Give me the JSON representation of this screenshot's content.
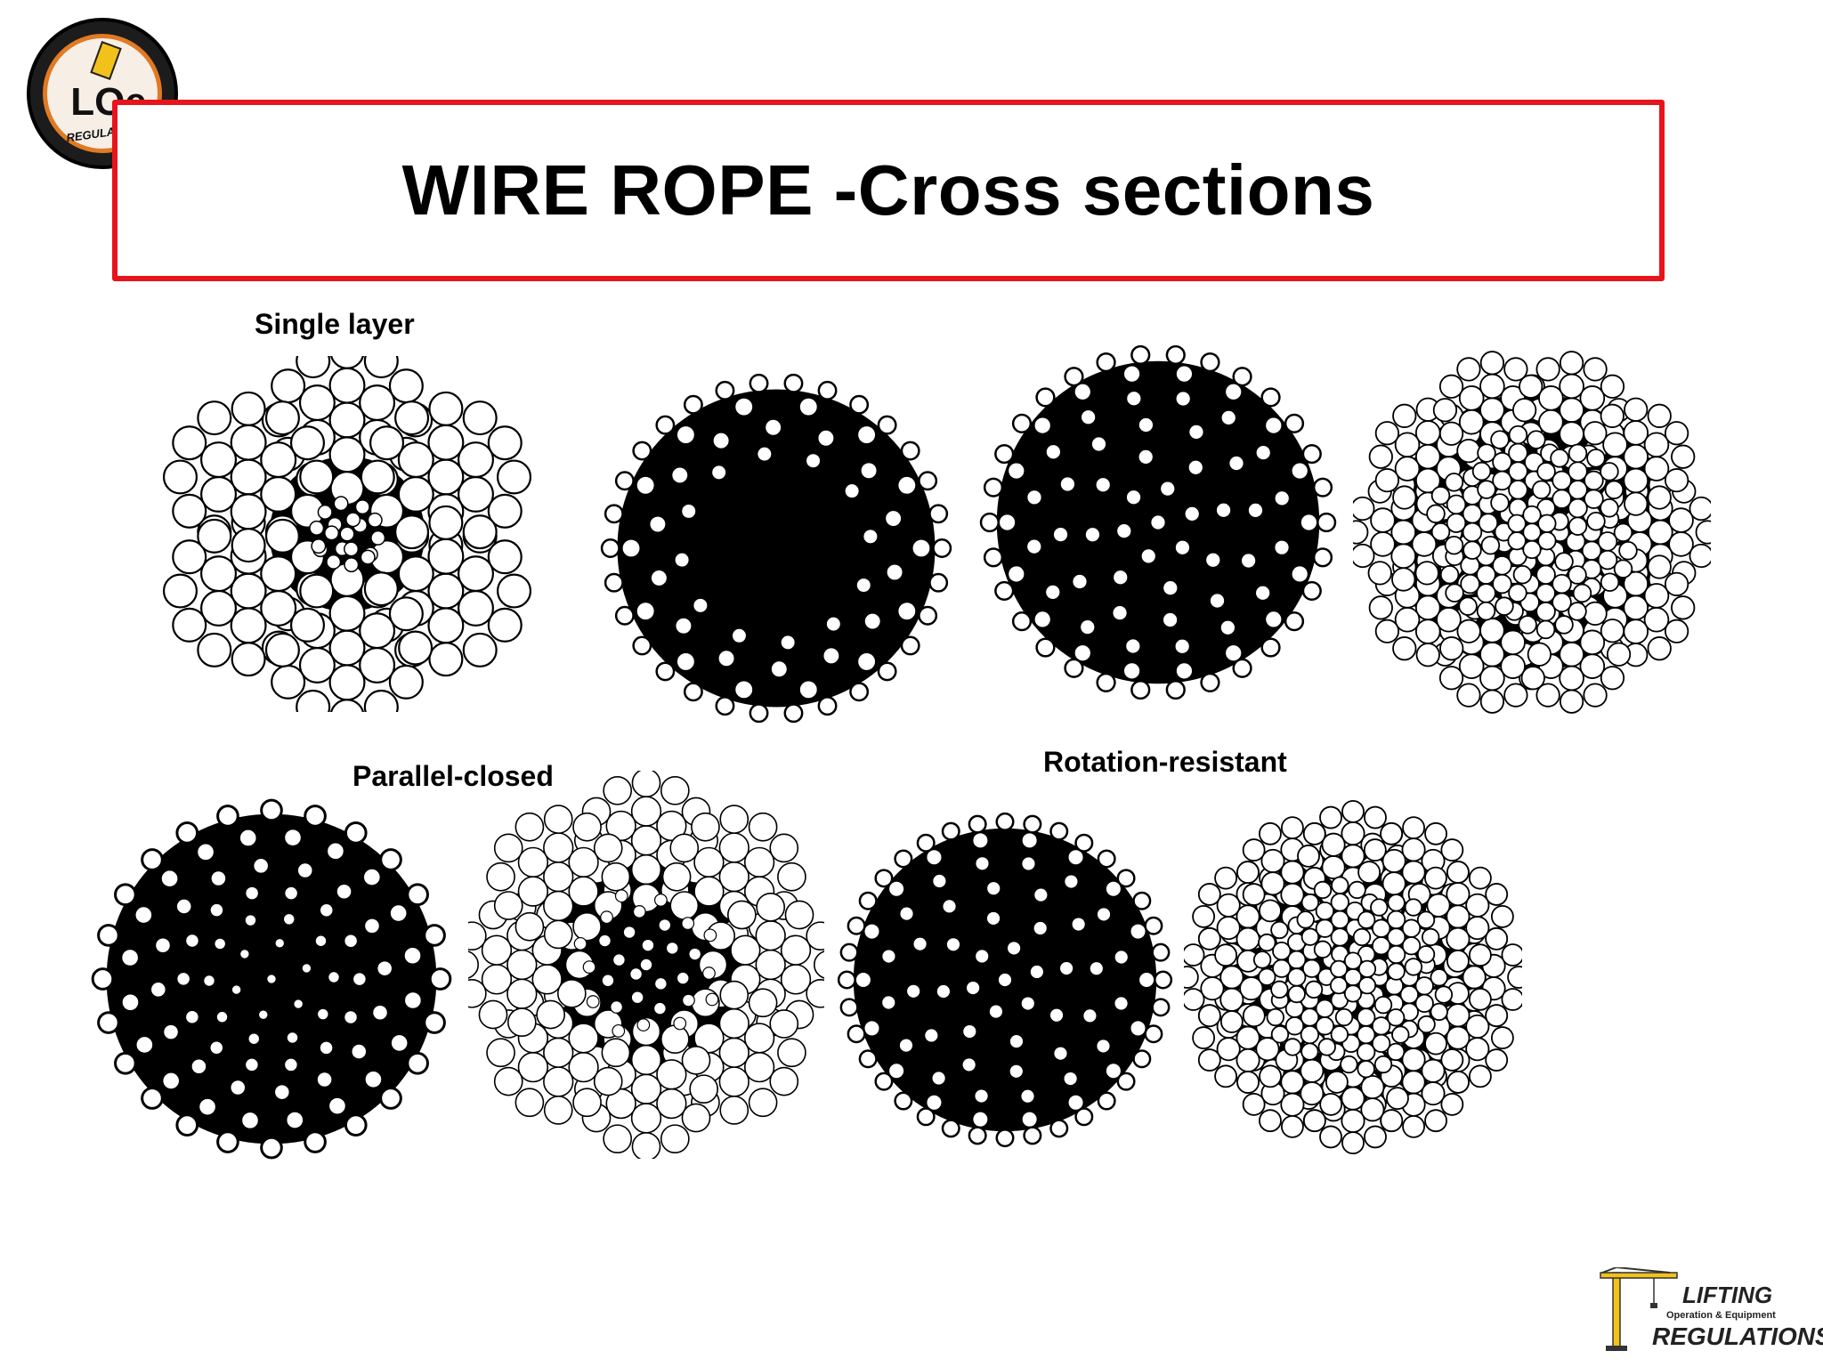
{
  "title": "WIRE ROPE -Cross sections",
  "logo": {
    "main": "LOe",
    "sub": "REGULATIONS",
    "icon": "crane-hook-icon"
  },
  "labels": {
    "single_layer": "Single layer",
    "parallel_closed": "Parallel-closed",
    "rotation_resistant": "Rotation-resistant"
  },
  "footer_brand": {
    "line1": "LIFTING",
    "line2": "Operation & Equipment",
    "line3": "REGULATIONS",
    "icon": "tower-crane-icon"
  },
  "colors": {
    "frame": "#e8141c",
    "logo_ring": "#e07a24",
    "crane_yellow": "#f2c21a"
  }
}
